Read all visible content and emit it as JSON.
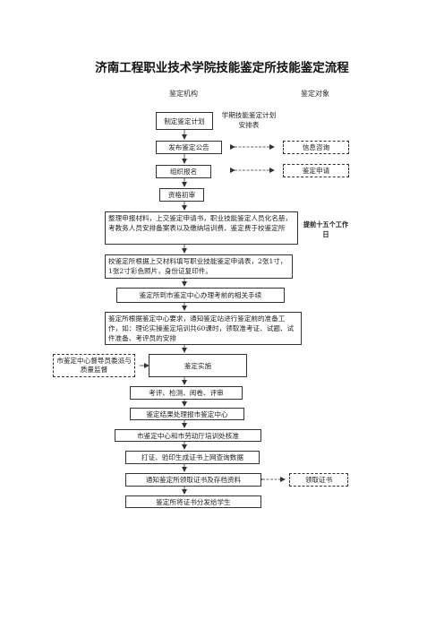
{
  "title": "济南工程职业技术学院技能鉴定所技能鉴定流程",
  "headers": {
    "left": "鉴定机构",
    "right": "鉴定对象"
  },
  "steps": [
    "制定鉴定计划",
    "发布鉴定公告",
    "组织报名",
    "资格初审",
    "整理申报材料，上交鉴定申请书，职业技能鉴定人员化名册，考教务人员安排备案表以及缴纳培训费、鉴定费于校鉴定所",
    "校鉴定所根据上交材料填写职业技能鉴定申请表，2张1寸，1张2寸彩色照片，身份证复印件。",
    "鉴定所到市鉴定中心办理考前的相关手续",
    "鉴定所根据鉴定中心要求，通知鉴定站进行鉴定前的准备工作，如：理论实操鉴定培训共60课时，领取准考证、试题、试件准备、考评员的安排",
    "鉴定实施",
    "考评、检测、阅卷、评审",
    "鉴定结果处理报市鉴定中心",
    "市鉴定中心和市劳动厅培训处核准",
    "打证、验印生成证书上网查询数据",
    "通知鉴定所领取证书及存档资料",
    "鉴定所将证书分发给学生"
  ],
  "side": {
    "schedule": "学期技能鉴定计划安排表",
    "info": "信息咨询",
    "apply": "鉴定申请",
    "deadline": "提前十五个工作日",
    "supervise": "市鉴定中心督导员委派与质量监督",
    "cert": "领取证书"
  }
}
